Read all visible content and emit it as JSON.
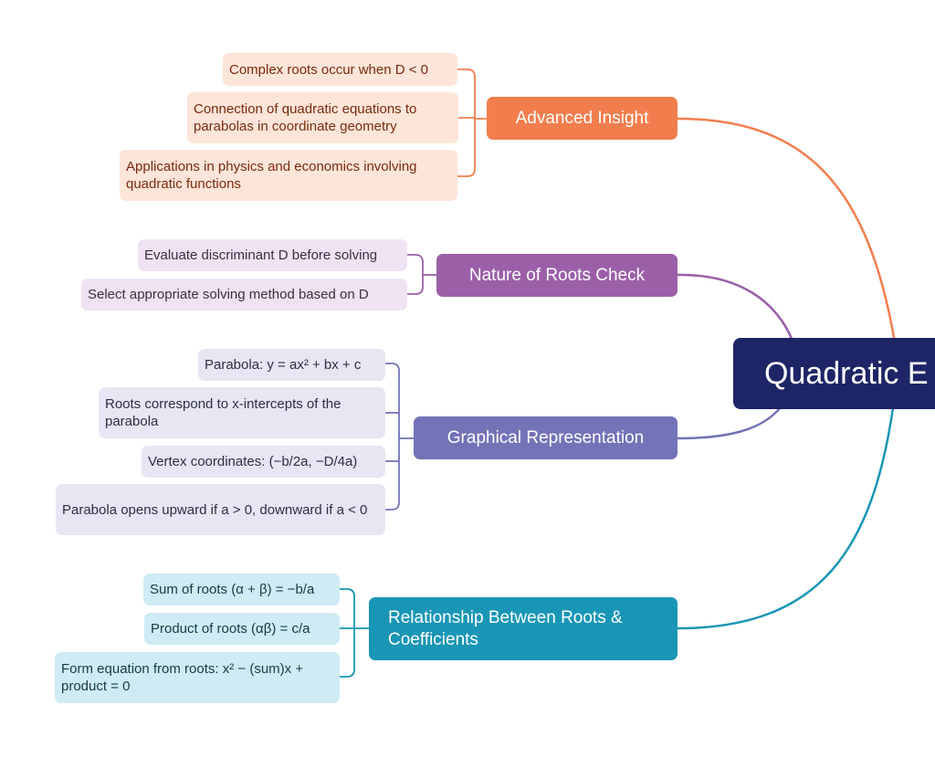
{
  "center": {
    "title": "Quadratic E"
  },
  "colors": {
    "center": "#1d2566",
    "advanced": "#f27e4e",
    "nature": "#9b5fa8",
    "graphical": "#7373b8",
    "relationship": "#1996b5"
  },
  "branches": {
    "advanced": {
      "title": "Advanced Insight",
      "items": [
        "Complex roots occur when D < 0",
        "Connection of quadratic equations to parabolas in coordinate geometry",
        "Applications in physics and economics involving quadratic functions"
      ]
    },
    "nature": {
      "title": "Nature of Roots Check",
      "items": [
        "Evaluate discriminant D before solving",
        "Select appropriate solving method based on D"
      ]
    },
    "graphical": {
      "title": "Graphical Representation",
      "items": [
        "Parabola: y = ax² + bx + c",
        "Roots correspond to x-intercepts of the parabola",
        "Vertex coordinates: (−b/2a, −D/4a)",
        "Parabola opens upward if a > 0, downward if a < 0"
      ]
    },
    "relationship": {
      "title": "Relationship Between Roots & Coefficients",
      "items": [
        "Sum of roots (α + β) = −b/a",
        "Product of roots (αβ) = c/a",
        "Form equation from roots: x² − (sum)x + product = 0"
      ]
    }
  }
}
